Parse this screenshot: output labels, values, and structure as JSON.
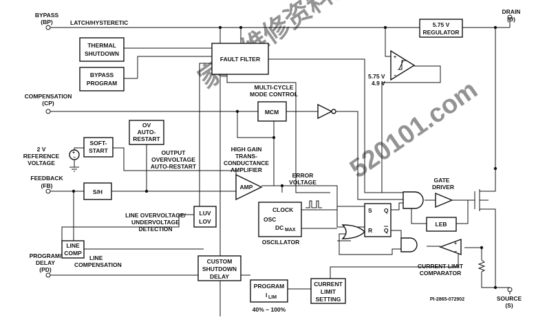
{
  "pins": {
    "bypass": "BYPASS",
    "bypass_sub": "(BP)",
    "drain": "DRAIN",
    "drain_sub": "(D)",
    "compensation": "COMPENSATION",
    "compensation_sub": "(CP)",
    "feedback": "FEEDBACK",
    "feedback_sub": "(FB)",
    "program": "PROGRAM/",
    "program_2": "DELAY",
    "program_sub": "(PD)",
    "source": "SOURCE",
    "source_sub": "(S)"
  },
  "labels": {
    "latch": "LATCH/HYSTERETIC",
    "ref_1": "2 V",
    "ref_2": "REFERENCE",
    "ref_3": "VOLTAGE",
    "oorestart_1": "OUTPUT",
    "oorestart_2": "OVERVOLTAGE",
    "oorestart_3": "AUTO-RESTART",
    "amp_1": "HIGH GAIN",
    "amp_2": "TRANS-",
    "amp_3": "CONDUCTANCE",
    "amp_4": "AMPLIFIER",
    "mcm_1": "MULTI-CYCLE",
    "mcm_2": "MODE CONTROL",
    "err_1": "ERROR",
    "err_2": "VOLTAGE",
    "luv_1": "LINE OVERVOLTAGE/",
    "luv_2": "UNDERVOLTAGE",
    "luv_3": "DETECTION",
    "line_comp_1": "LINE",
    "line_comp_2": "COMPENSATION",
    "oscillator": "OSCILLATOR",
    "gate_1": "GATE",
    "gate_2": "DRIVER",
    "cl_1": "CURRENT LIMIT",
    "cl_2": "COMPARATOR",
    "v575": "5.75 V",
    "v49": "4.9 V",
    "percent": "40% ~ 100%",
    "code": "PI-2865-072902",
    "watermark": "家电维修资料网",
    "watermark_url": "520101.com"
  },
  "blocks": {
    "thermal_1": "THERMAL",
    "thermal_2": "SHUTDOWN",
    "bypass_1": "BYPASS",
    "bypass_2": "PROGRAM",
    "fault": "FAULT FILTER",
    "regulator_1": "5.75 V",
    "regulator_2": "REGULATOR",
    "ov_1": "OV",
    "ov_2": "AUTO-",
    "ov_3": "RESTART",
    "mcm": "MCM",
    "soft_1": "SOFT-",
    "soft_2": "START",
    "sh": "S/H",
    "amp": "AMP",
    "clock": "CLOCK",
    "osc": "OSC",
    "dc": "DC",
    "dc_sub": "MAX",
    "s": "S",
    "q": "Q",
    "r": "R",
    "qb": "Q",
    "luv_1": "LUV",
    "luv_2": "LOV",
    "linecomp_1": "LINE",
    "linecomp_2": "COMP",
    "custom_1": "CUSTOM",
    "custom_2": "SHUTDOWN",
    "custom_3": "DELAY",
    "prog_1": "PROGRAM",
    "prog_2": "I",
    "prog_sub": "LIM",
    "cls_1": "CURRENT",
    "cls_2": "LIMIT",
    "cls_3": "SETTING",
    "leb": "LEB"
  }
}
